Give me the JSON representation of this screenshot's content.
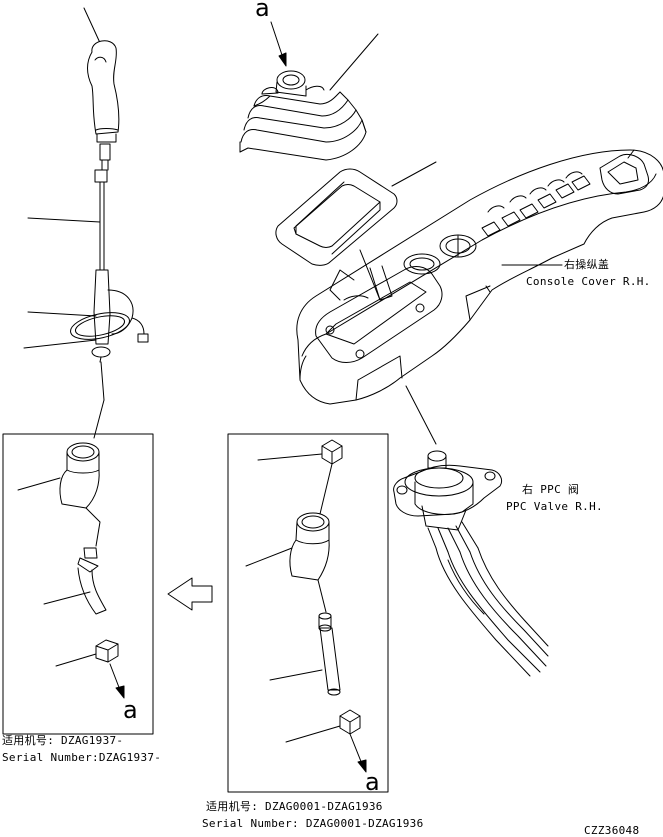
{
  "labels": {
    "ref_a_top": "a",
    "ref_a_left": "a",
    "ref_a_middle": "a",
    "console_cover_cn": "右操纵盖",
    "console_cover_en": "Console Cover R.H.",
    "ppc_valve_cn": "右 PPC 阀",
    "ppc_valve_en": "PPC Valve R.H.",
    "left_applicable_cn": "适用机号: DZAG1937-",
    "left_serial_en": "Serial Number:DZAG1937-",
    "middle_applicable_cn": "适用机号: DZAG0001-DZAG1936",
    "middle_serial_en": "Serial Number: DZAG0001-DZAG1936",
    "drawing_number": "CZZ36048"
  }
}
